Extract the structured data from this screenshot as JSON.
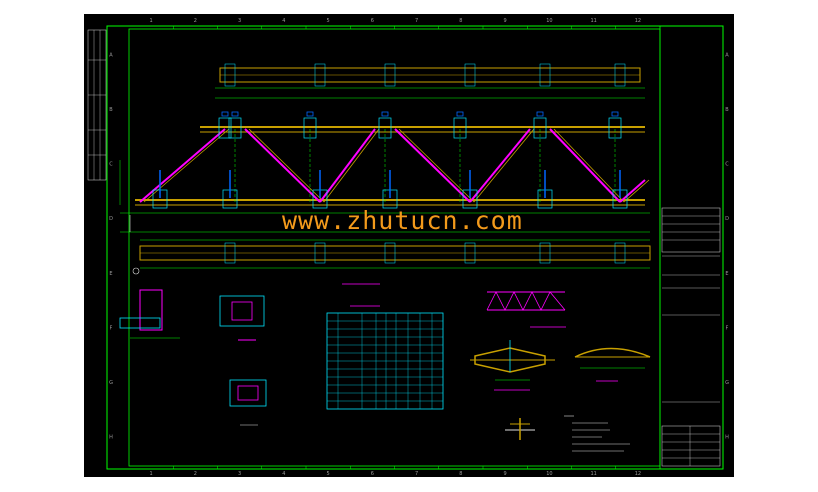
{
  "watermark": "www.zhutucn.com",
  "grid_cols": [
    "1",
    "2",
    "3",
    "4",
    "5",
    "6",
    "7",
    "8",
    "9",
    "10",
    "11",
    "12"
  ],
  "grid_rows": [
    "A",
    "B",
    "C",
    "D",
    "E",
    "F",
    "G",
    "H"
  ],
  "colors": {
    "background": "#000000",
    "frame": "#00ff00",
    "chord": "#c8a000",
    "web": "#ff00ff",
    "dimension": "#00ff00",
    "table": "#00e5ff",
    "text": "#ffffff",
    "watermark": "#f39a1b"
  },
  "truss": {
    "top_chord_y": 0.53,
    "bottom_chord_y": 0.92,
    "diagonal_apexes": [
      0.13,
      0.34,
      0.56,
      0.78
    ]
  }
}
